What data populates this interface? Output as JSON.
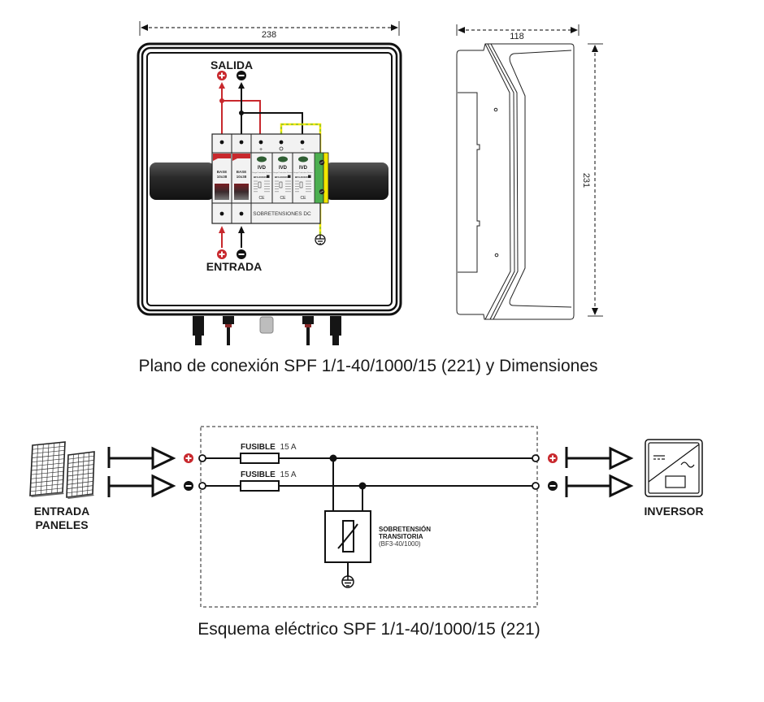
{
  "top_view": {
    "dimension_width": "238",
    "output_label": "SALIDA",
    "input_label": "ENTRADA",
    "fuse_holder_label_line1": "BASE",
    "fuse_holder_label_line2": "10x38",
    "spd_brand": "IVD",
    "spd_model": "BF3-40/1000",
    "spd_subtitle": "Surge Protection Device",
    "spd_terminal_plus": "+",
    "spd_terminal_minus": "−",
    "spd_bank_label": "SOBRETENSIONES DC",
    "ce_mark": "CE",
    "caption": "Plano de conexión SPF 1/1-40/1000/15 (221) y Dimensiones"
  },
  "side_view": {
    "dimension_depth": "118",
    "dimension_height": "231"
  },
  "schematic": {
    "input_label_line1": "ENTRADA",
    "input_label_line2": "PANELES",
    "output_label": "INVERSOR",
    "fuse_top": {
      "label_bold": "FUSIBLE",
      "rating": "15 A"
    },
    "fuse_bottom": {
      "label_bold": "FUSIBLE",
      "rating": "15 A"
    },
    "surge_label_line1": "SOBRETENSIÓN",
    "surge_label_line2": "TRANSITORIA",
    "surge_model": "(BF3-40/1000)",
    "plus_symbol": "+",
    "minus_symbol": "−",
    "caption": "Esquema eléctrico SPF 1/1-40/1000/15 (221)"
  },
  "colors": {
    "positive": "#c8282d",
    "negative": "#1a1a1a",
    "earth_green": "#4caf50",
    "earth_yellow": "#f2e600",
    "module_green": "#2f5e33"
  }
}
